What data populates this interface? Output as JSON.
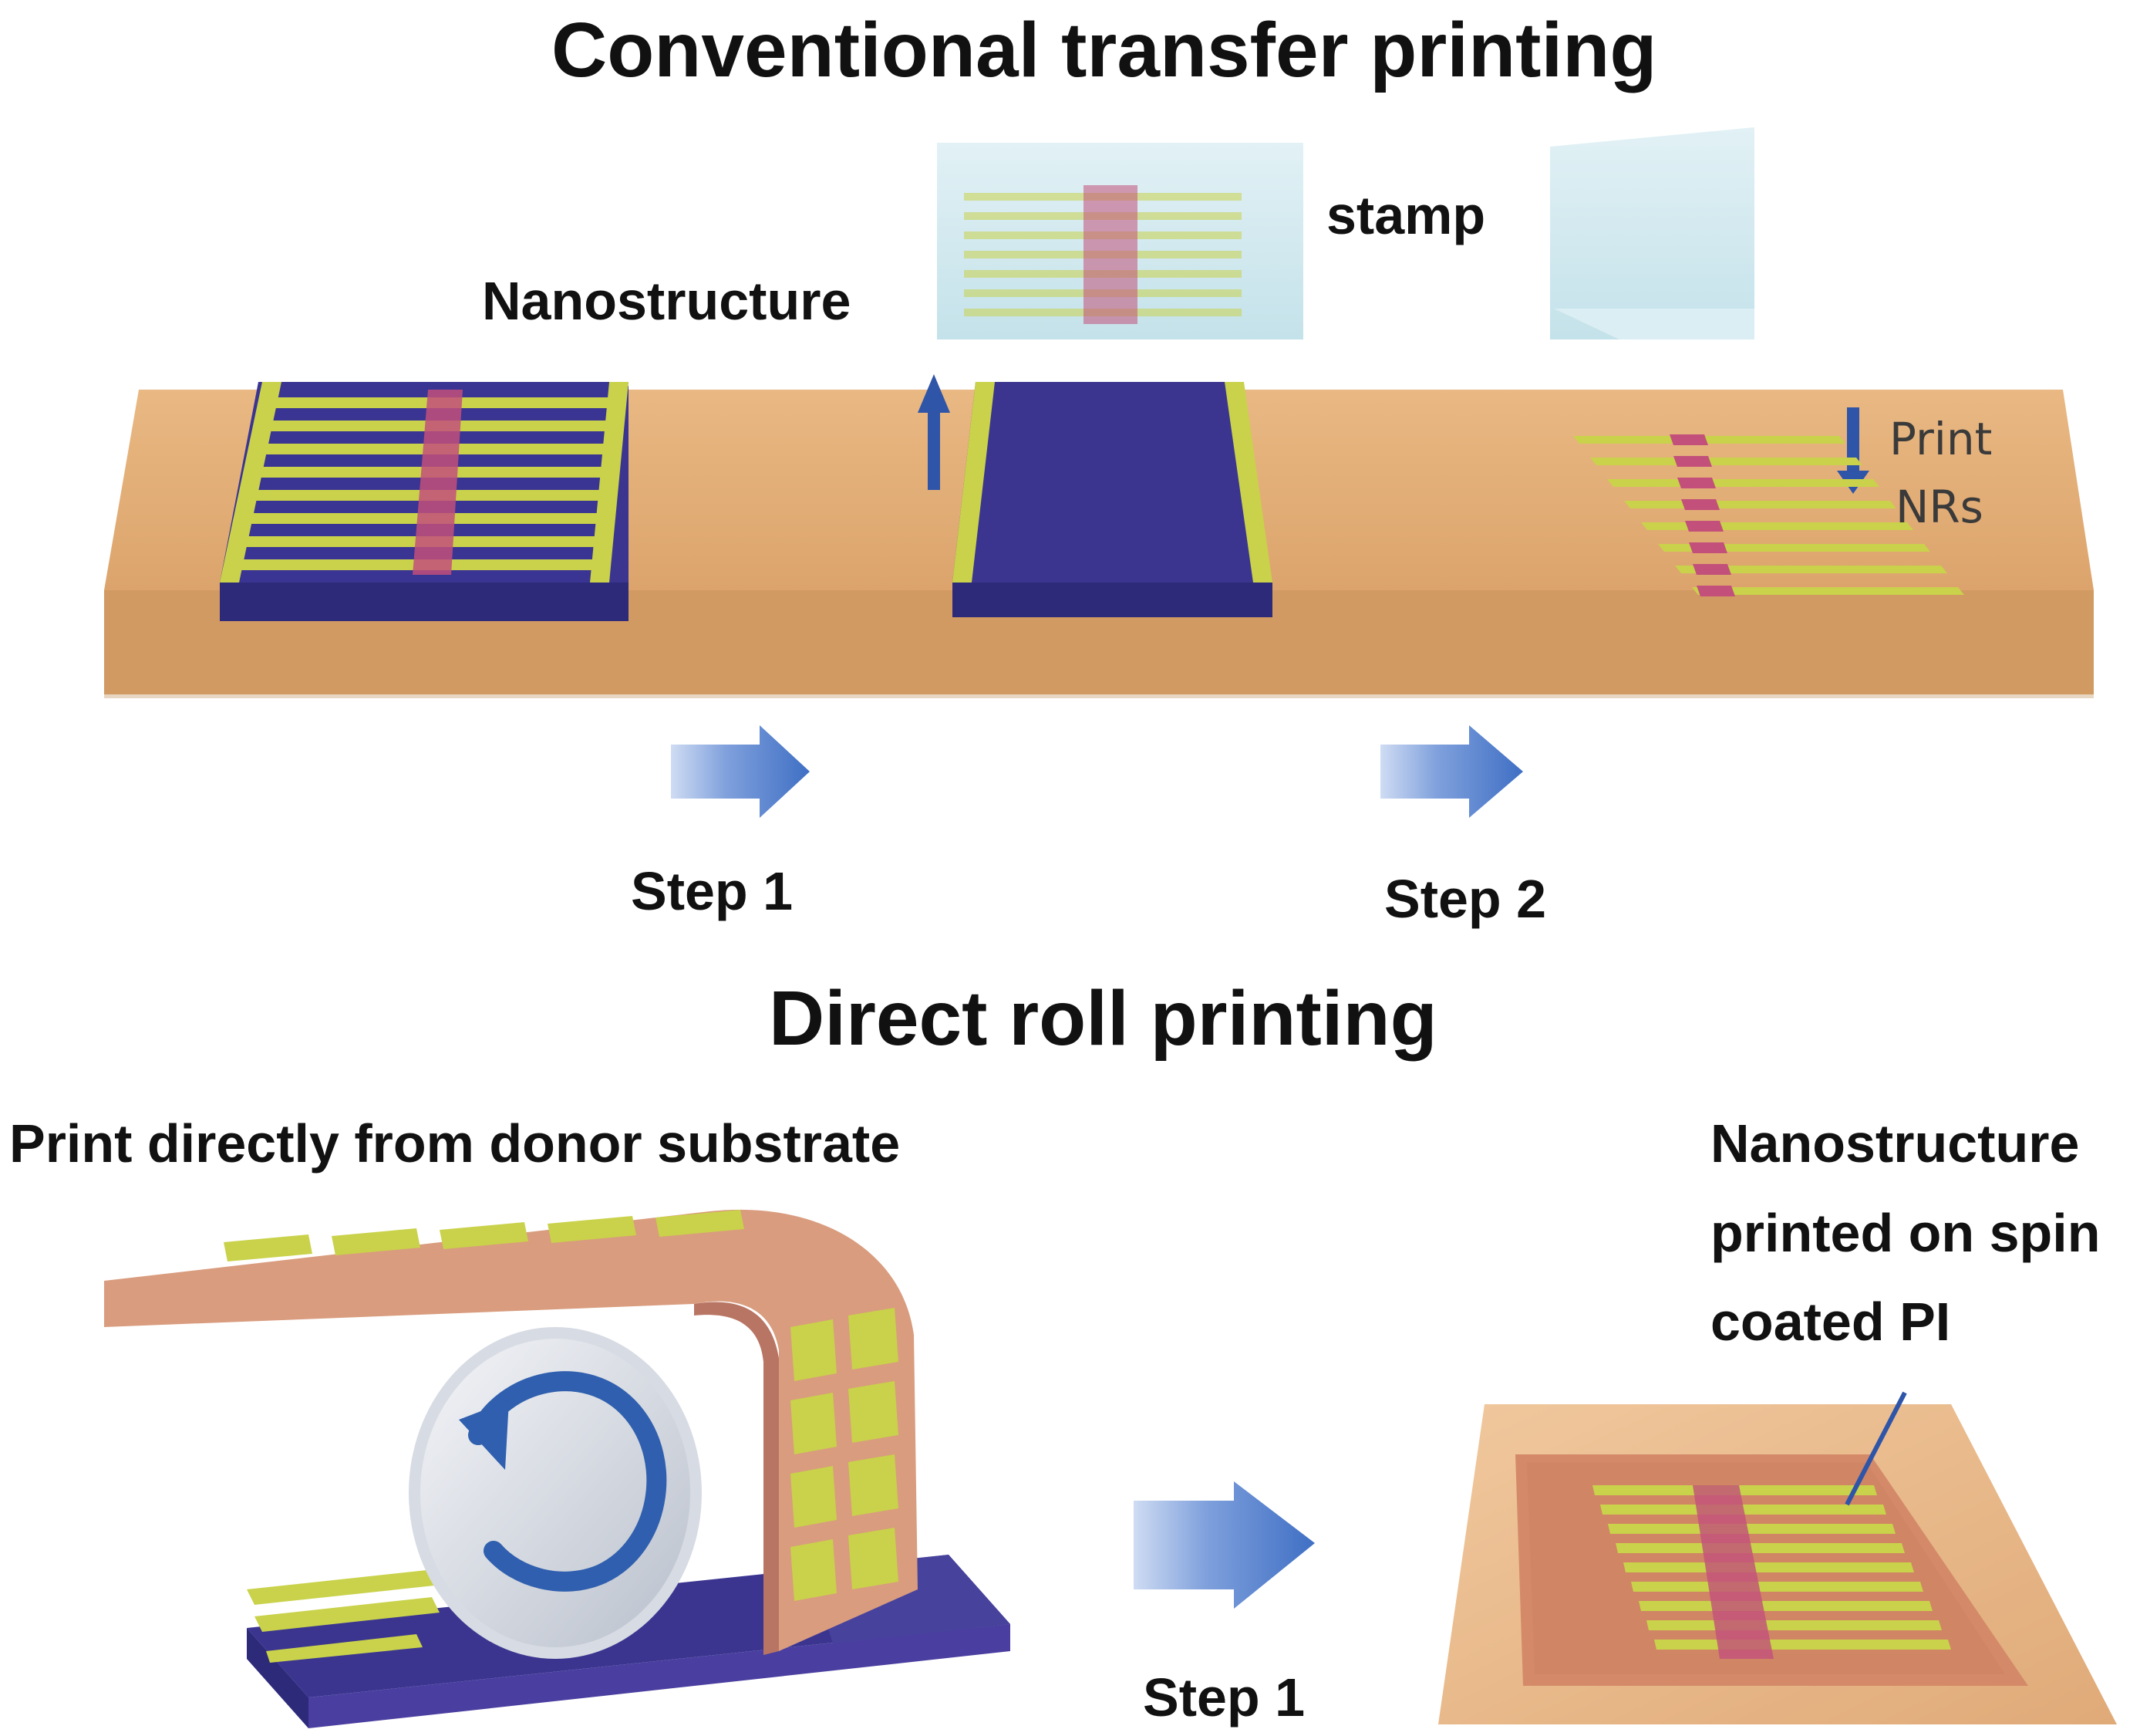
{
  "titles": {
    "conventional": "Conventional transfer printing",
    "direct": "Direct roll printing"
  },
  "conventional_labels": {
    "stamp": "stamp",
    "nanostructure": "Nanostructure",
    "print_nrs_line1": "Print",
    "print_nrs_line2": "NRs",
    "step1": "Step 1",
    "step2": "Step 2"
  },
  "direct_labels": {
    "print_directly": "Print directly from donor substrate",
    "nano_printed_line1": "Nanostructure",
    "nano_printed_line2": "printed on spin",
    "nano_printed_line3": "coated PI",
    "step1": "Step 1"
  },
  "colors": {
    "substrate": "#e3b078",
    "donor_block": "#3b3590",
    "nanoribbon": "#c9d24a",
    "center_stripe": "#c2507a",
    "stamp": "#cfe8ef",
    "arrow_blue": "#4a78c8",
    "pi_film": "#d9926b"
  }
}
